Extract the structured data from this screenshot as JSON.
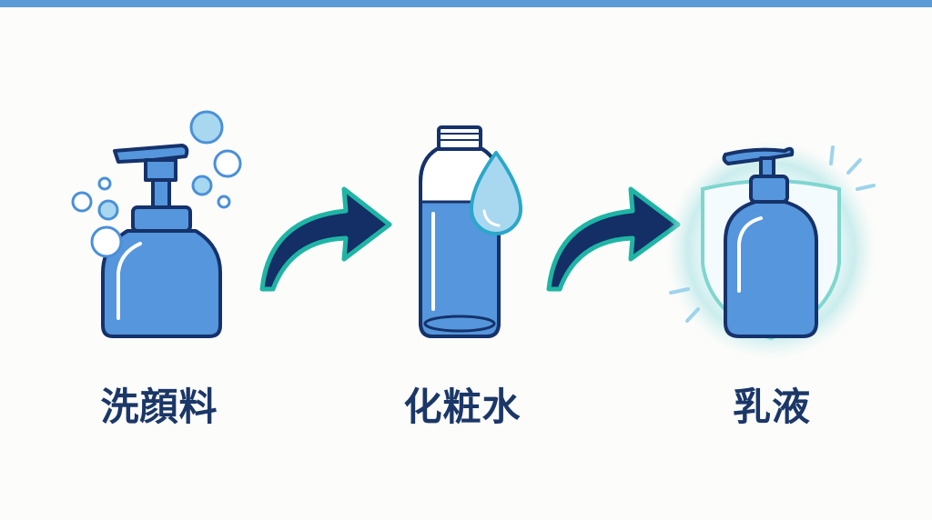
{
  "steps": [
    {
      "label": "洗顔料",
      "icon": "pump-bottle-with-bubbles-icon"
    },
    {
      "label": "化粧水",
      "icon": "toner-bottle-with-drop-icon"
    },
    {
      "label": "乳液",
      "icon": "lotion-pump-bottle-with-shield-icon"
    }
  ],
  "colors": {
    "accent_bar": "#5b9bd5",
    "bottle_fill": "#5596dc",
    "outline": "#15326a",
    "arrow_fill": "#142e66",
    "arrow_outline": "#1fb5a5",
    "text": "#1b3768"
  }
}
